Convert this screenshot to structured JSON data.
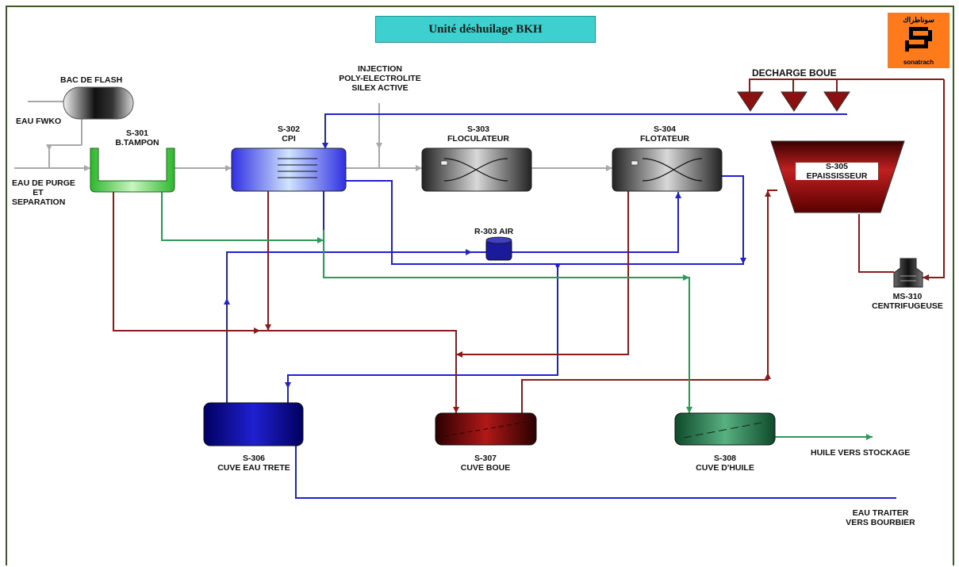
{
  "title": "Unité déshuilage BKH",
  "logo": {
    "arabic": "سوناطراك",
    "latin": "sonatrach",
    "color": "#ff7a1a"
  },
  "labels": {
    "bac_flash": "BAC DE FLASH",
    "eau_fwko": "EAU FWKO",
    "eau_purge_1": "EAU DE PURGE",
    "eau_purge_2": "ET",
    "eau_purge_3": "SEPARATION",
    "injection_1": "INJECTION",
    "injection_2": "POLY-ELECTROLITE",
    "injection_3": "SILEX ACTIVE",
    "decharge_boue": "DECHARGE BOUE",
    "s301_id": "S-301",
    "s301_name": "B.TAMPON",
    "s302_id": "S-302",
    "s302_name": "CPI",
    "s303_id": "S-303",
    "s303_name": "FLOCULATEUR",
    "s304_id": "S-304",
    "s304_name": "FLOTATEUR",
    "s305_id": "S-305",
    "s305_name": "EPAISSISSEUR",
    "r303": "R-303 AIR",
    "ms310_id": "MS-310",
    "ms310_name": "CENTRIFUGEUSE",
    "s306_id": "S-306",
    "s306_name": "CUVE EAU TRETE",
    "s307_id": "S-307",
    "s307_name": "CUVE BOUE",
    "s308_id": "S-308",
    "s308_name": "CUVE D'HUILE",
    "huile_stockage": "HUILE VERS STOCKAGE",
    "eau_traiter_1": "EAU TRAITER",
    "eau_traiter_2": "VERS BOURBIER"
  },
  "colors": {
    "water_line": "#2020d0",
    "sludge_line": "#8b1a1a",
    "oil_line": "#2e9a5a",
    "feed_line": "#a8a8a8"
  }
}
